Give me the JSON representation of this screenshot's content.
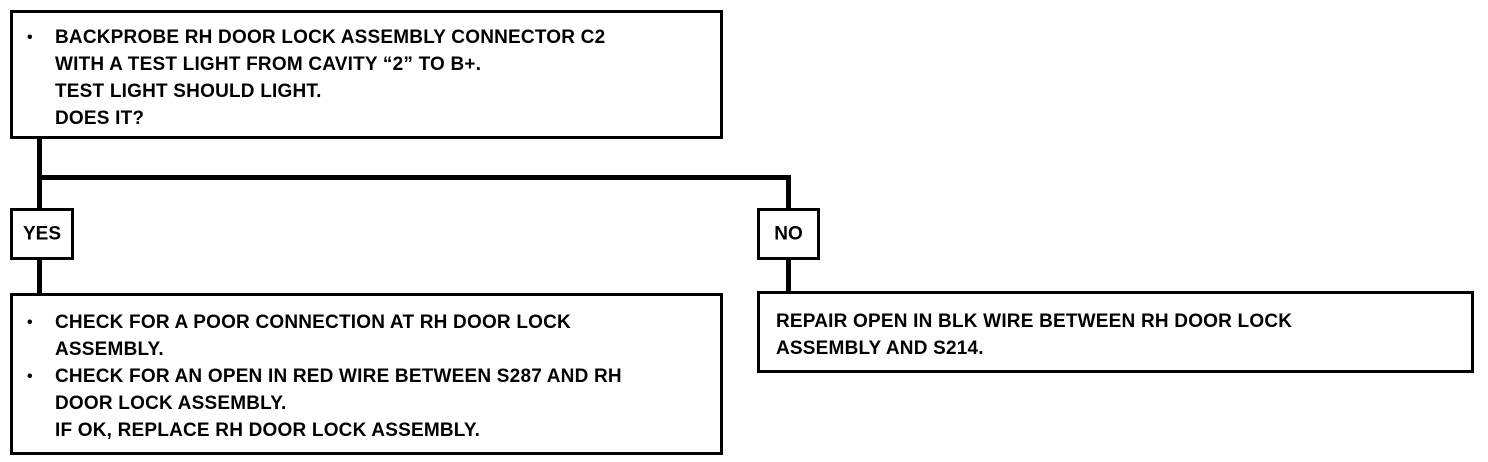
{
  "test_box": {
    "bullet": "•",
    "line1": "BACKPROBE RH DOOR LOCK ASSEMBLY CONNECTOR C2",
    "line2": "WITH A TEST LIGHT FROM CAVITY “2” TO B+.",
    "line3": "TEST LIGHT SHOULD LIGHT.",
    "line4": "DOES IT?"
  },
  "yes_label": "YES",
  "no_label": "NO",
  "yes_box": {
    "bullet1": "•",
    "item1_line1": "CHECK FOR A POOR CONNECTION AT RH DOOR LOCK",
    "item1_line2": "ASSEMBLY.",
    "bullet2": "•",
    "item2_line1": "CHECK FOR AN OPEN IN RED WIRE BETWEEN S287 AND RH",
    "item2_line2": "DOOR LOCK ASSEMBLY.",
    "item2_line3": "IF OK, REPLACE RH DOOR LOCK ASSEMBLY."
  },
  "no_box": {
    "line1": "REPAIR OPEN IN BLK WIRE BETWEEN RH DOOR LOCK",
    "line2": "ASSEMBLY AND S214."
  }
}
